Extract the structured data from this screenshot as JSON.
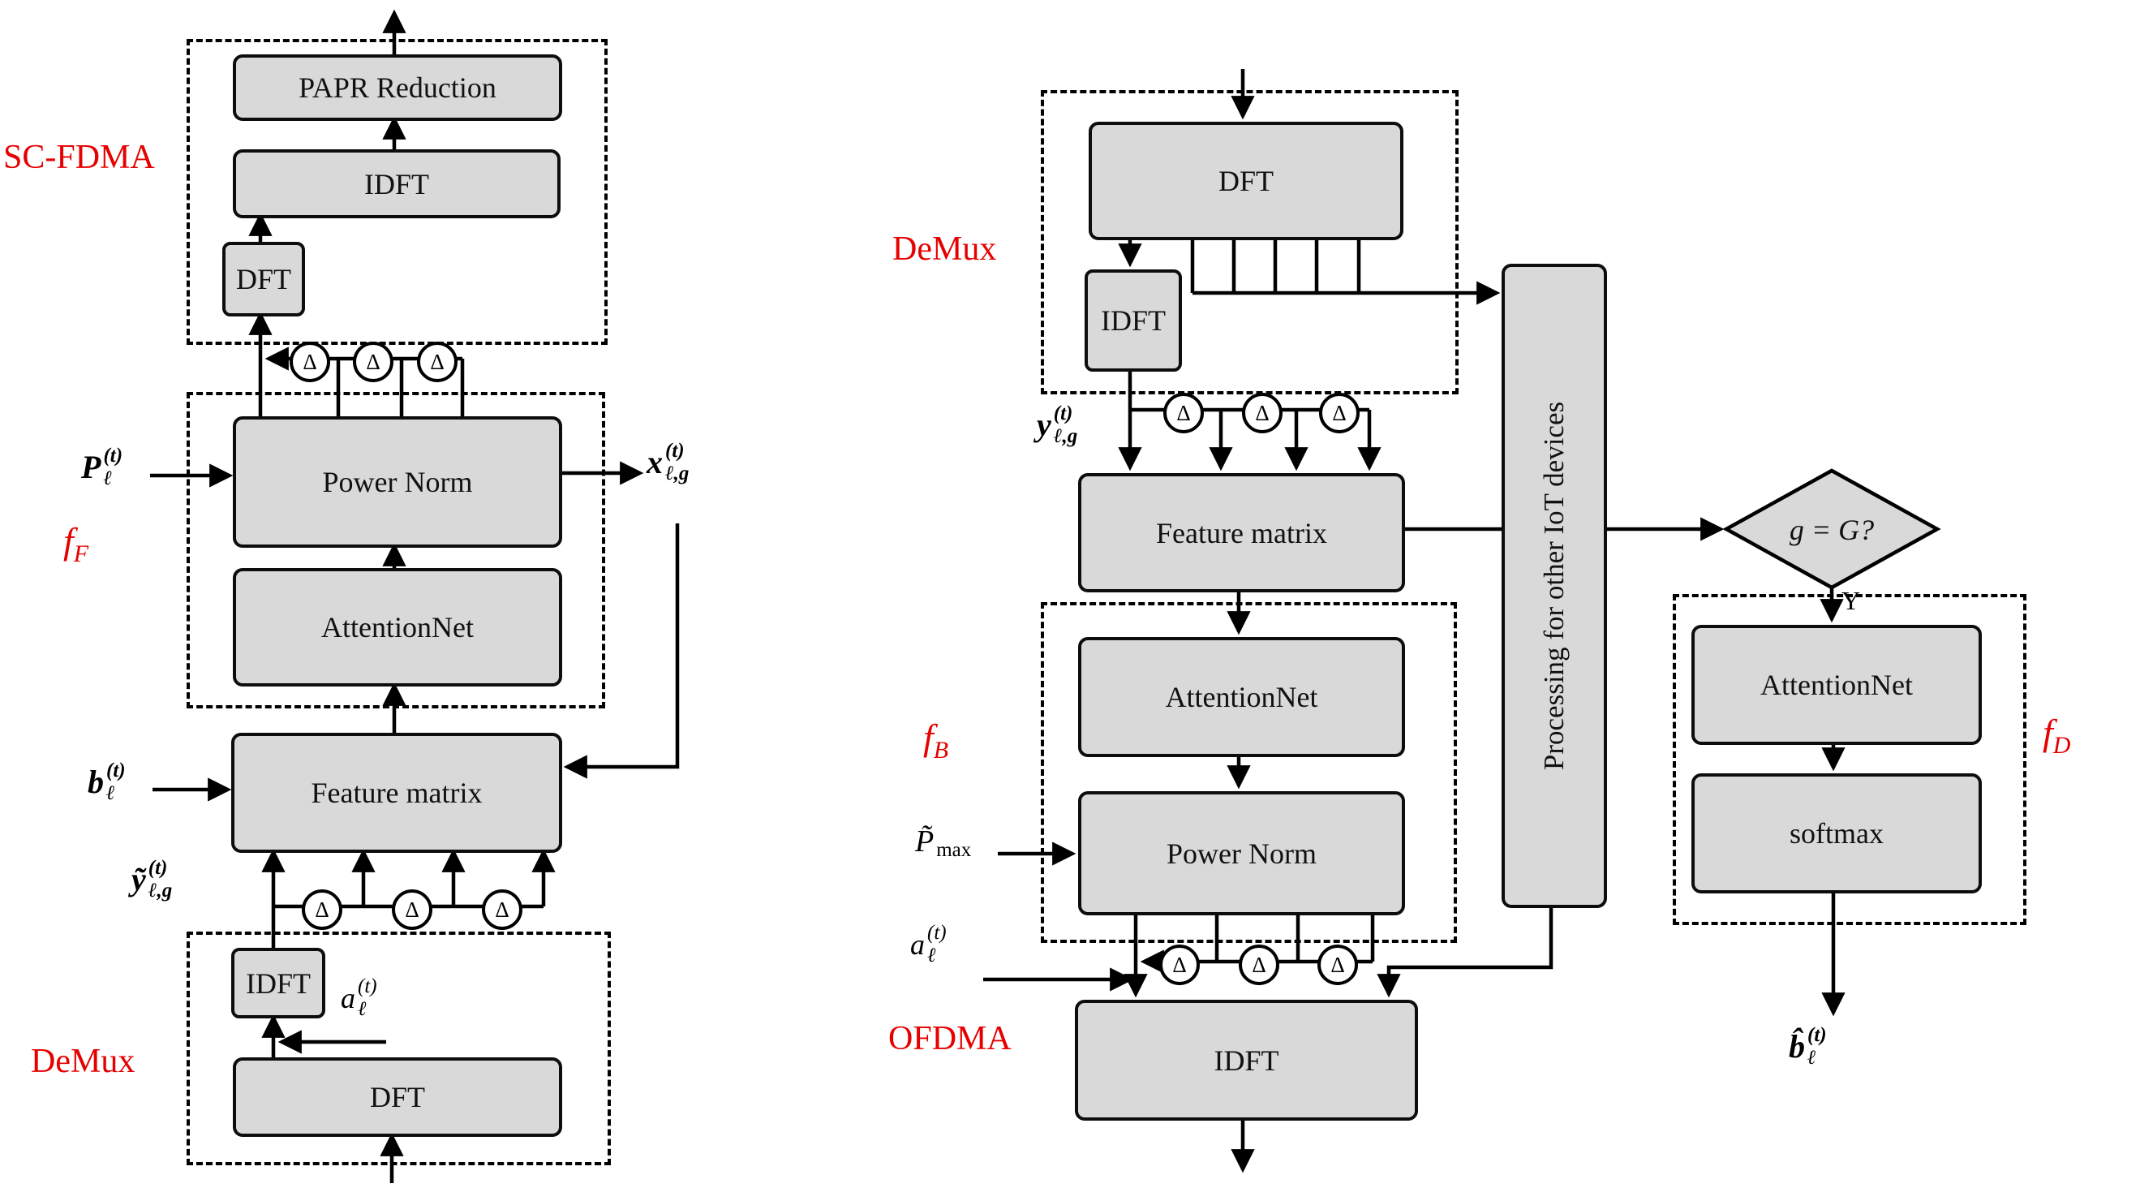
{
  "diagram": {
    "colors": {
      "box_fill": "#d9d9d9",
      "line": "#000000",
      "accent": "#e60000"
    },
    "sections": {
      "sc_fdma": {
        "label": "SC-FDMA"
      },
      "f_F": {
        "base": "f",
        "sub": "F"
      },
      "demux_left": {
        "label": "DeMux"
      },
      "demux_right": {
        "label": "DeMux"
      },
      "f_B": {
        "base": "f",
        "sub": "B"
      },
      "ofdma": {
        "label": "OFDMA"
      },
      "f_D": {
        "base": "f",
        "sub": "D"
      }
    },
    "blocks": {
      "papr": "PAPR Reduction",
      "idft_tx": "IDFT",
      "dft_tx_small": "DFT",
      "power_norm_left": "Power Norm",
      "attentionnet_left": "AttentionNet",
      "feature_matrix_left": "Feature matrix",
      "idft_demux_left": "IDFT",
      "dft_demux_left": "DFT",
      "dft_demux_right": "DFT",
      "idft_demux_right": "IDFT",
      "feature_matrix_right": "Feature matrix",
      "attentionnet_mid": "AttentionNet",
      "power_norm_mid": "Power Norm",
      "idft_ofdma": "IDFT",
      "processing": "Processing for other IoT devices",
      "attentionnet_right": "AttentionNet",
      "softmax": "softmax"
    },
    "decision": {
      "condition": "g = G?",
      "yes_label": "Y"
    },
    "signals": {
      "p_in": {
        "base": "P",
        "sup": "(t)",
        "sub": "ℓ"
      },
      "x_out": {
        "base": "x",
        "sup": "(t)",
        "sub": "ℓ,g"
      },
      "b_in": {
        "base": "b",
        "sup": "(t)",
        "sub": "ℓ"
      },
      "y_tilde": {
        "base": "ỹ",
        "sup": "(t)",
        "sub": "ℓ,g"
      },
      "a_left": {
        "base": "a",
        "sup": "(t)",
        "sub": "ℓ"
      },
      "y_right": {
        "base": "y",
        "sup": "(t)",
        "sub": "ℓ,g"
      },
      "p_max": {
        "base": "P̃",
        "sub": "max"
      },
      "a_mid": {
        "base": "a",
        "sup": "(t)",
        "sub": "ℓ"
      },
      "b_hat": {
        "base": "b̂",
        "sup": "(t)",
        "sub": "ℓ"
      }
    },
    "delta_symbol": "Δ"
  }
}
